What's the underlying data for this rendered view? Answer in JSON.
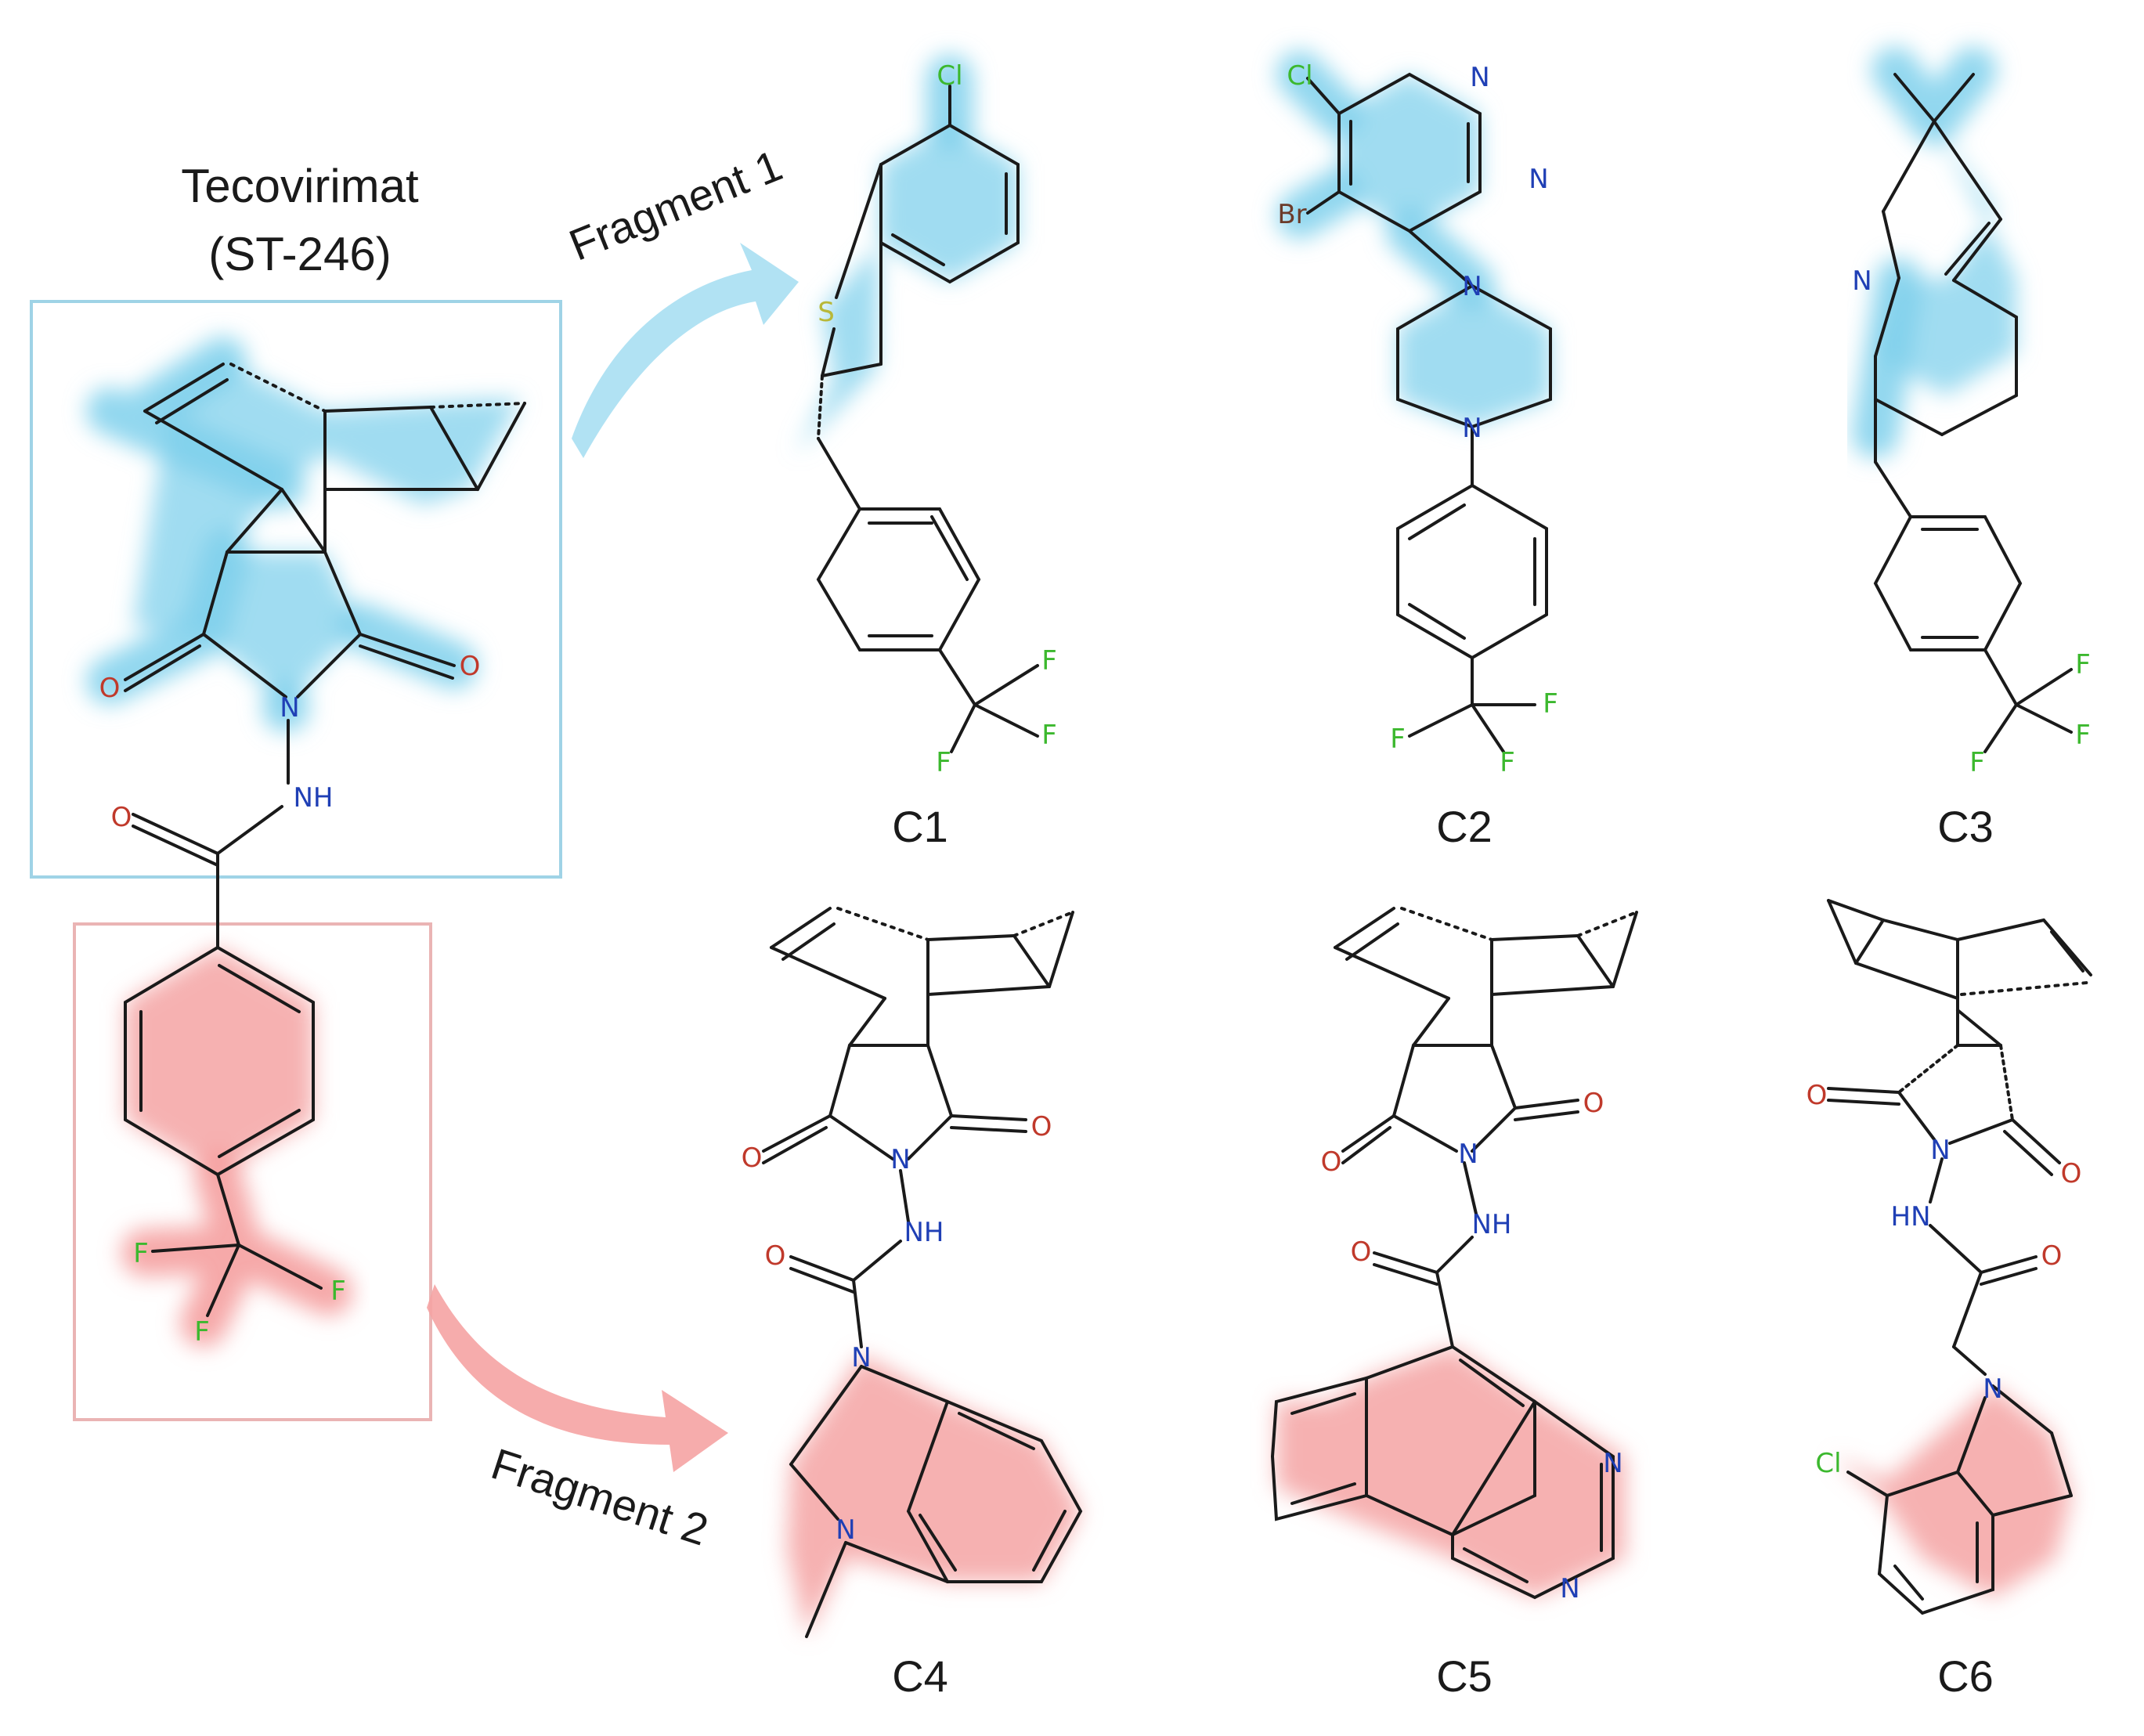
{
  "reference": {
    "name": "Tecovirimat",
    "code": "(ST-246)"
  },
  "fragments": {
    "fragment1": "Fragment 1",
    "fragment2": "Fragment 2"
  },
  "compounds": [
    {
      "label": "C1"
    },
    {
      "label": "C2"
    },
    {
      "label": "C3"
    },
    {
      "label": "C4"
    },
    {
      "label": "C5"
    },
    {
      "label": "C6"
    }
  ],
  "atoms": {
    "O": "O",
    "N": "N",
    "NH": "NH",
    "HN": "HN",
    "F": "F",
    "Cl": "Cl",
    "Br": "Br",
    "S": "S"
  },
  "colors": {
    "fragment1_highlight": "#8fd6ef",
    "fragment2_highlight": "#f5a3a3",
    "oxygen": "#c0392b",
    "nitrogen": "#1f3fb5",
    "halogen": "#3cb82e",
    "sulfur": "#b8b838"
  }
}
